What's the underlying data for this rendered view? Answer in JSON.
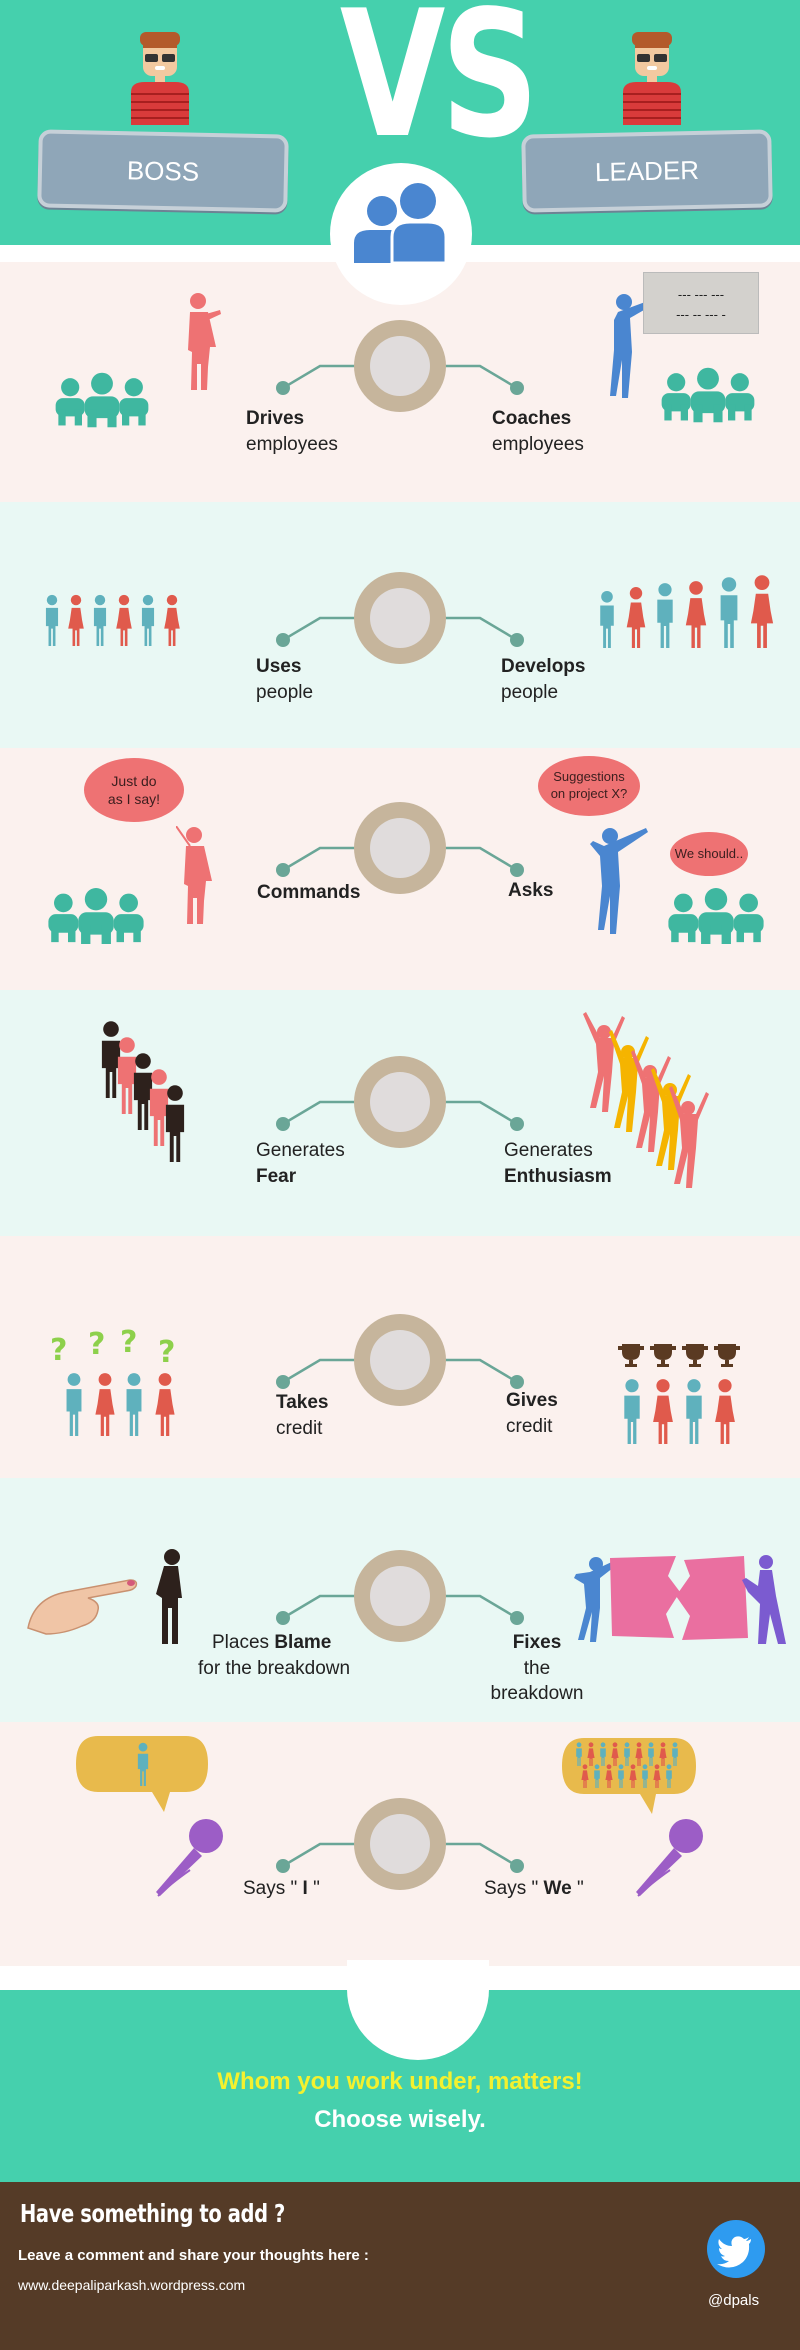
{
  "header": {
    "vs": "VS",
    "boss_label": "BOSS",
    "leader_label": "LEADER"
  },
  "rows": [
    {
      "left": {
        "bold": "Drives",
        "rest": "employees"
      },
      "right": {
        "bold": "Coaches",
        "rest": "employees"
      },
      "board": [
        "--- --- ---",
        "--- -- --- -"
      ]
    },
    {
      "left": {
        "bold": "Uses",
        "rest": "people"
      },
      "right": {
        "bold": "Develops",
        "rest": "people"
      }
    },
    {
      "left": {
        "bold": "Commands"
      },
      "right": {
        "bold": "Asks"
      },
      "boss_bubble": [
        "Just do",
        "as I say!"
      ],
      "leader_bubble": [
        "Suggestions",
        "on project X?"
      ],
      "team_bubble": "We should.."
    },
    {
      "left": {
        "pre": "Generates",
        "bold": "Fear"
      },
      "right": {
        "pre": "Generates",
        "bold": "Enthusiasm"
      }
    },
    {
      "left": {
        "bold": "Takes",
        "rest": "credit"
      },
      "right": {
        "bold": "Gives",
        "rest": "credit"
      }
    },
    {
      "left": {
        "pre": "Places",
        "bold": "Blame",
        "line2": "for the breakdown"
      },
      "right": {
        "bold": "Fixes",
        "line2": "the breakdown"
      }
    },
    {
      "left": {
        "pre": "Says \" ",
        "bold": "I",
        "post": " \""
      },
      "right": {
        "pre": "Says \" ",
        "bold": "We",
        "post": " \""
      }
    }
  ],
  "footer": {
    "slogan1": "Whom you work under, matters!",
    "slogan2": "Choose wisely.",
    "title": "Have something to add ?",
    "subtitle": "Leave a comment and share your thoughts here :",
    "url": "www.deepaliparkash.wordpress.com",
    "handle": "@dpals"
  },
  "colors": {
    "header_green": "#45d0ad",
    "row_pink": "#fbf1ee",
    "row_mint": "#e9f8f4",
    "teal": "#3fb7a0",
    "coral": "#ee7273",
    "blue": "#4a86d0",
    "tan": "#c6b59c",
    "footer_brown": "#553b27",
    "slogan_yellow": "#f3f12f"
  }
}
